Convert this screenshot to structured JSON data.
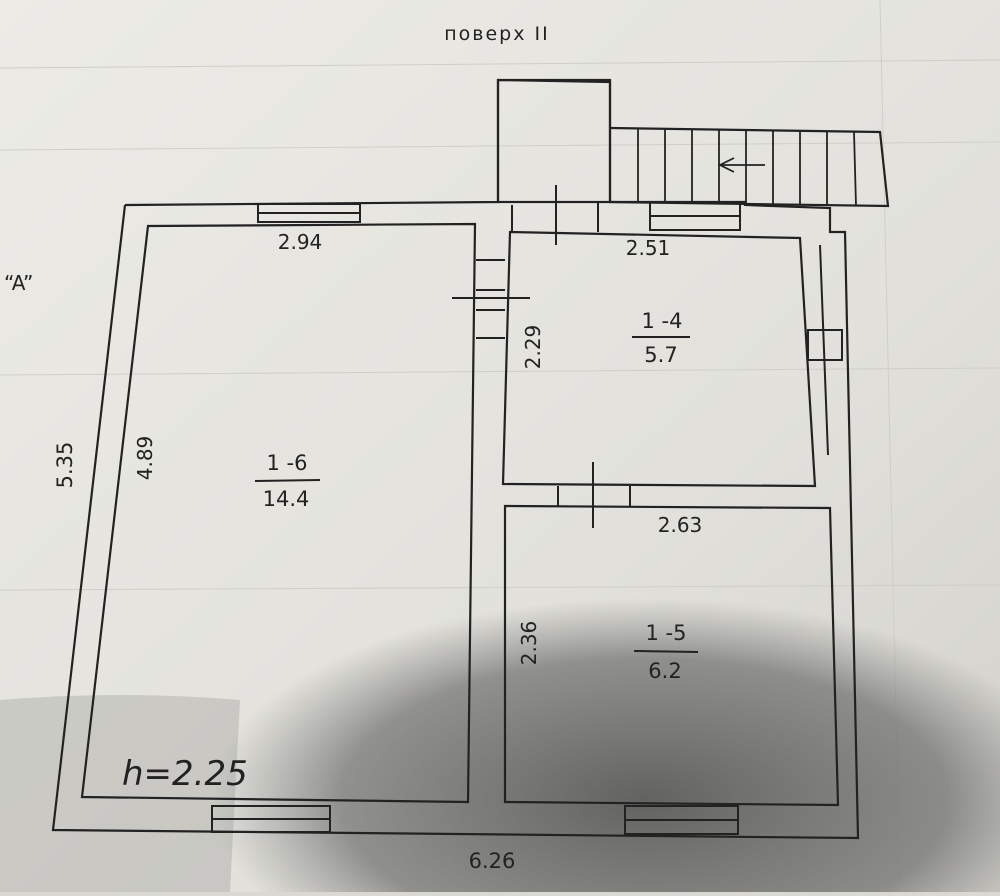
{
  "title": "поверх II",
  "edge_label": "“A”",
  "height_note": "h=2.25",
  "outer": {
    "width": "6.26",
    "height": "5.35"
  },
  "rooms": [
    {
      "id": "1-6",
      "number": "1 -6",
      "area": "14.4",
      "width": "2.94",
      "length": "4.89"
    },
    {
      "id": "1-4",
      "number": "1 -4",
      "area": "5.7",
      "width": "2.51",
      "length": "2.29"
    },
    {
      "id": "1-5",
      "number": "1 -5",
      "area": "6.2",
      "width": "2.63",
      "length": "2.36"
    }
  ],
  "colors": {
    "paper": "#e4e3de",
    "line": "#222222",
    "shadow": "#5a5a58"
  }
}
